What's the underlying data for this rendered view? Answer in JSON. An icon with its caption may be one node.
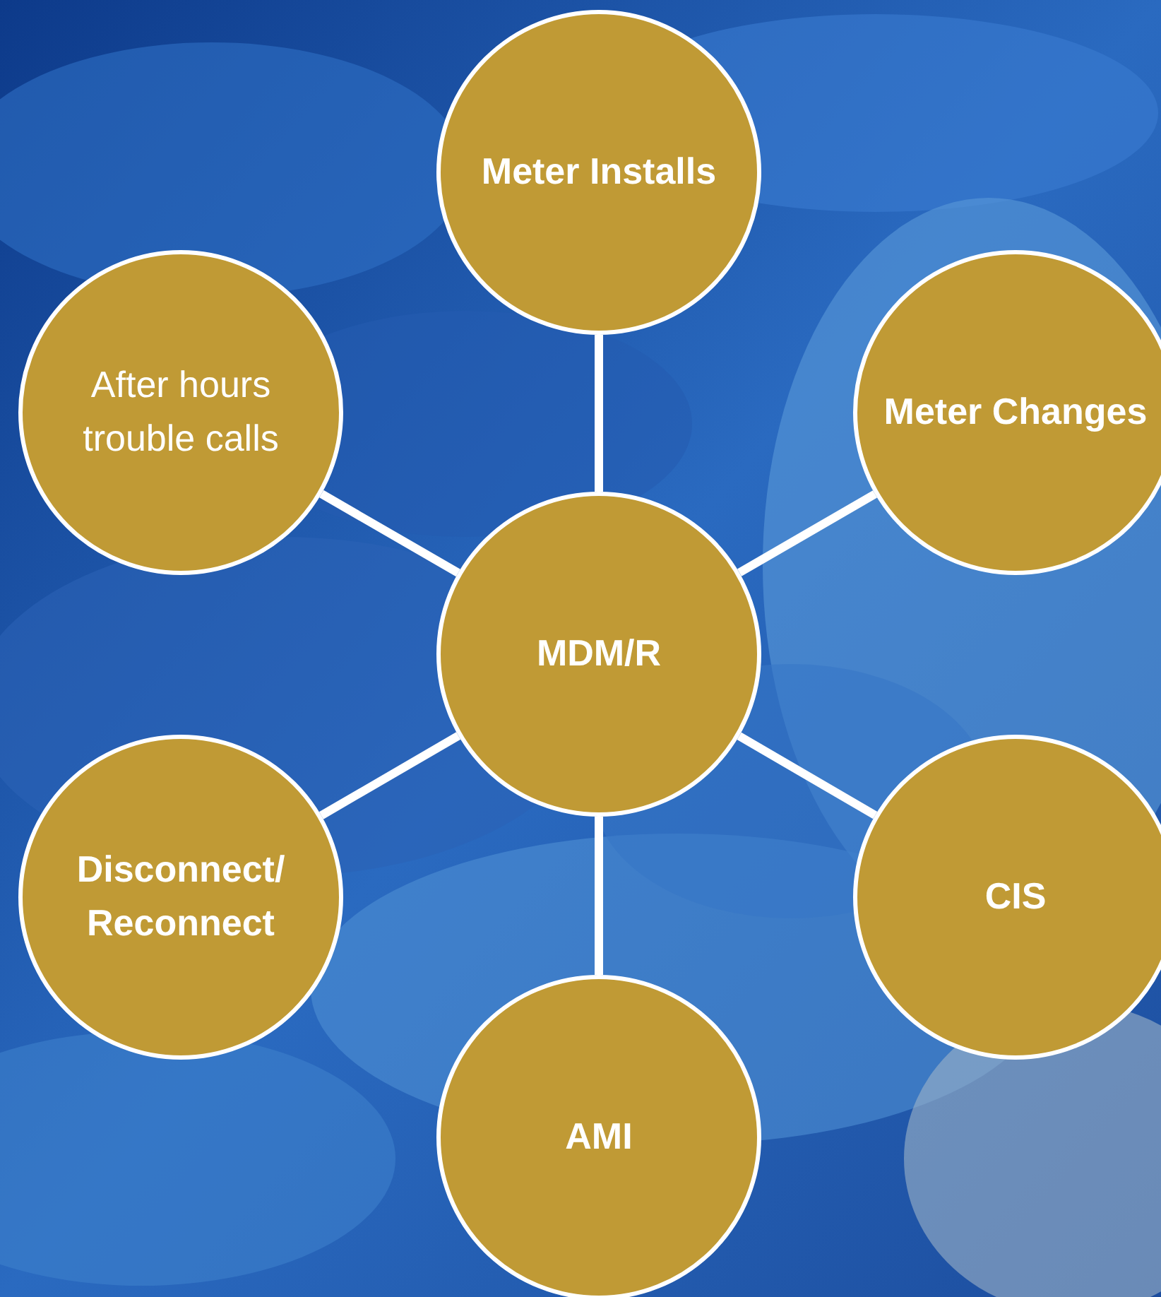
{
  "diagram": {
    "nodes": [
      {
        "text": [
          "Meter Installs"
        ]
      },
      {
        "text": [
          "After hours trouble calls"
        ]
      },
      {
        "text": [
          "Meter Changes"
        ]
      },
      {
        "text": [
          "MDM/R"
        ]
      },
      {
        "text": [
          "Disconnect/ Reconnect"
        ]
      },
      {
        "text": [
          "CIS"
        ]
      },
      {
        "text": [
          "AMI"
        ]
      }
    ],
    "edges": [
      {
        "from": 3,
        "to": 0,
        "arrow": "none"
      },
      {
        "from": 3,
        "to": 1,
        "arrow": "none"
      },
      {
        "from": 3,
        "to": 2,
        "arrow": "none"
      },
      {
        "from": 3,
        "to": 4,
        "arrow": "none"
      },
      {
        "from": 3,
        "to": 5,
        "arrow": "none"
      },
      {
        "from": 3,
        "to": 6,
        "arrow": "none"
      }
    ]
  }
}
